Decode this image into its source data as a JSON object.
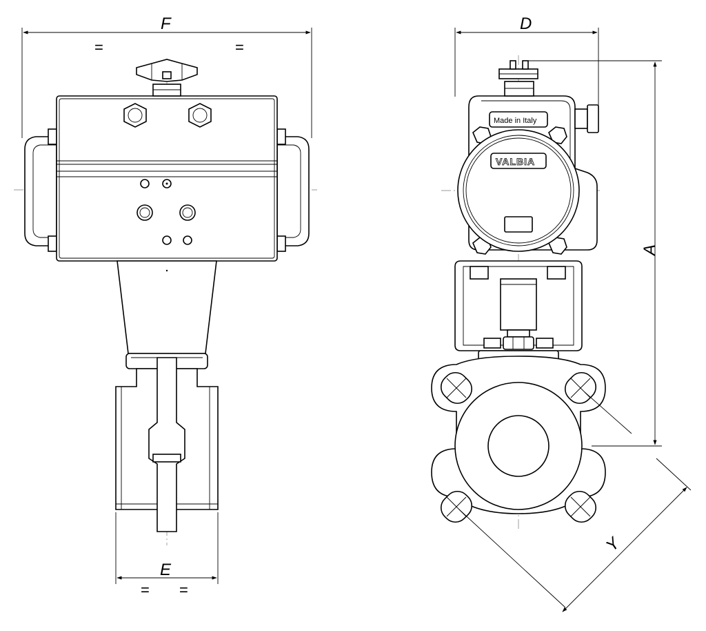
{
  "dimensions": {
    "F": "F",
    "D": "D",
    "A": "A",
    "E": "E",
    "Y": "Y"
  },
  "equal_marks": {
    "top_left": "=",
    "top_right": "=",
    "bottom_left": "=",
    "bottom_right": "="
  },
  "nameplate": {
    "made_in": "Made in Italy",
    "brand": "VALBIA"
  }
}
